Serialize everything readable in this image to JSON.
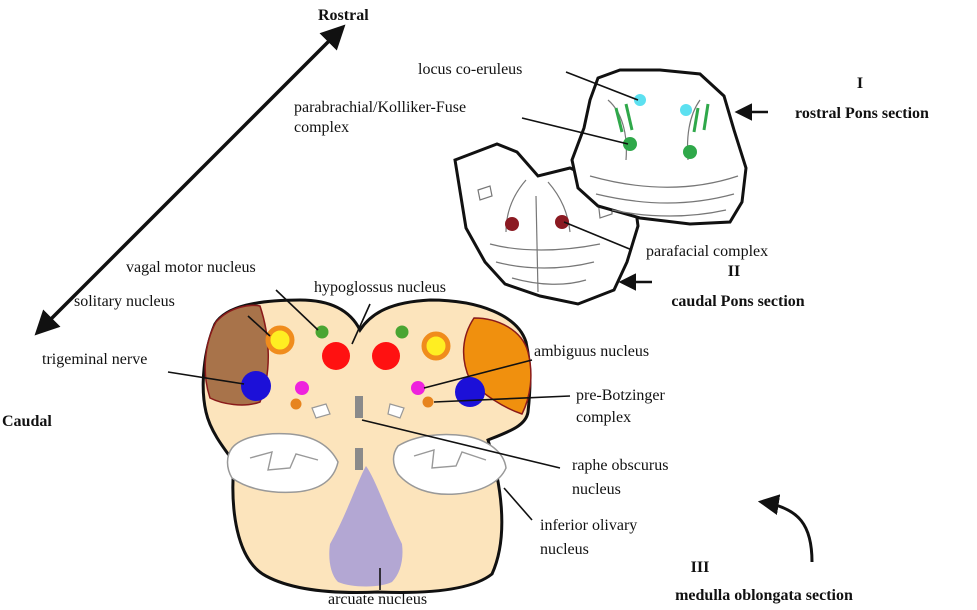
{
  "axis": {
    "rostral": "Rostral",
    "caudal": "Caudal"
  },
  "sections": {
    "s1": {
      "num": "I",
      "name": "rostral Pons section"
    },
    "s2": {
      "num": "II",
      "name": "caudal Pons section"
    },
    "s3": {
      "num": "III",
      "name": "medulla oblongata section"
    }
  },
  "labels": {
    "locus": "locus co-eruleus",
    "parabrachial_1": "parabrachial/Kolliker-Fuse",
    "parabrachial_2": "complex",
    "parafacial": "parafacial complex",
    "vagal": "vagal motor nucleus",
    "hypoglossus": "hypoglossus nucleus",
    "solitary": "solitary nucleus",
    "trigeminal": "trigeminal nerve",
    "ambiguus": "ambiguus nucleus",
    "prebotz_1": "pre-Botzinger",
    "prebotz_2": "complex",
    "raphe_1": "raphe obscurus",
    "raphe_2": "nucleus",
    "olivary_1": "inferior olivary",
    "olivary_2": "nucleus",
    "arcuate": "arcuate nucleus"
  },
  "colors": {
    "medulla_fill": "#fce4bc",
    "trigeminal_region": "#a8734a",
    "orange_region": "#f0900e",
    "hypoglossus": "#ff1111",
    "vagal": "#4aa532",
    "solitary_ring": "#f08c1c",
    "solitary_core": "#ffee22",
    "trigeminal_nucleus": "#1c10d8",
    "ambiguus": "#ee22dd",
    "prebotzinger": "#e7841e",
    "raphe": "#8a8a8a",
    "arcuate": "#b3a7d3",
    "locus": "#5ce0f0",
    "parabrachial": "#2fa84a",
    "parafacial": "#8b1a22"
  }
}
